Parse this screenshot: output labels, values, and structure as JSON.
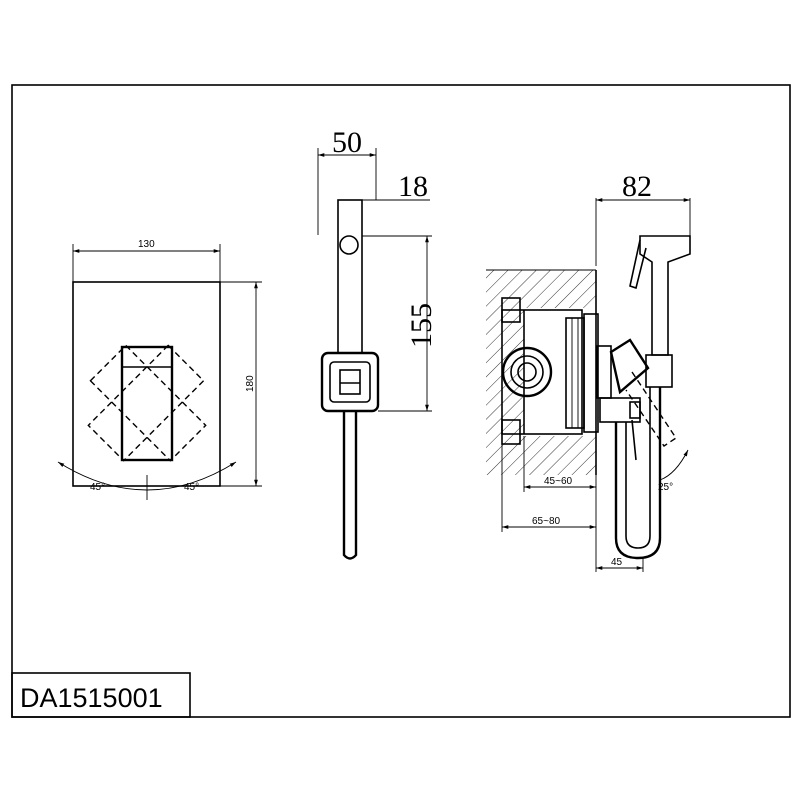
{
  "model_code": "DA1515001",
  "front_view": {
    "width_dim": "130",
    "height_dim": "180",
    "angle_left": "45°",
    "angle_right": "45°"
  },
  "side_view": {
    "depth_dim": "50",
    "bar_dim": "18",
    "height_dim": "155"
  },
  "install_view": {
    "width_dim": "82",
    "angle": "25°",
    "box_depth": "45~60",
    "wall_depth": "65~80",
    "base_dim": "45"
  }
}
